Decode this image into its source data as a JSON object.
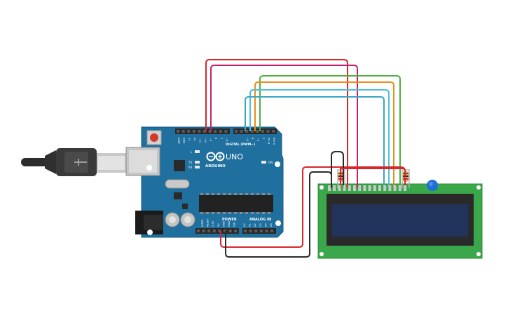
{
  "arduino": {
    "brand_text": "ARDUINO",
    "model_text": "UNO",
    "digital_header_label": "DIGITAL (PWM~)",
    "power_header_label": "POWER",
    "analog_header_label": "ANALOG IN",
    "on_led_label": "ON",
    "led_l_label": "L",
    "led_tx_label": "TX",
    "led_rx_label": "RX",
    "digital_pins_top": [
      "AREF",
      "GND",
      "13",
      "12",
      "~11",
      "~10",
      "~9",
      "8",
      "7",
      "~6",
      "~5",
      "4",
      "~3",
      "2",
      "TX→1",
      "RX←0"
    ],
    "power_pins": [
      "IOREF",
      "RESET",
      "3.3V",
      "5V",
      "GND",
      "GND",
      "VIN"
    ],
    "analog_pins": [
      "A0",
      "A1",
      "A2",
      "A3",
      "A4",
      "A5"
    ]
  },
  "lcd": {
    "pin_count": 16
  },
  "colors": {
    "board_blue": "#1f6f9f",
    "lcd_pcb": "#3aa84a",
    "lcd_screen": "#22335c",
    "wire_red": "#d8262a",
    "wire_magenta": "#c0246d",
    "wire_green": "#4daf3f",
    "wire_orange": "#ec8b1d",
    "wire_cyan": "#4dc2d6",
    "wire_teal": "#3ba6c1",
    "wire_black": "#2b2b2b",
    "potentiometer": "#1f6fd6"
  }
}
